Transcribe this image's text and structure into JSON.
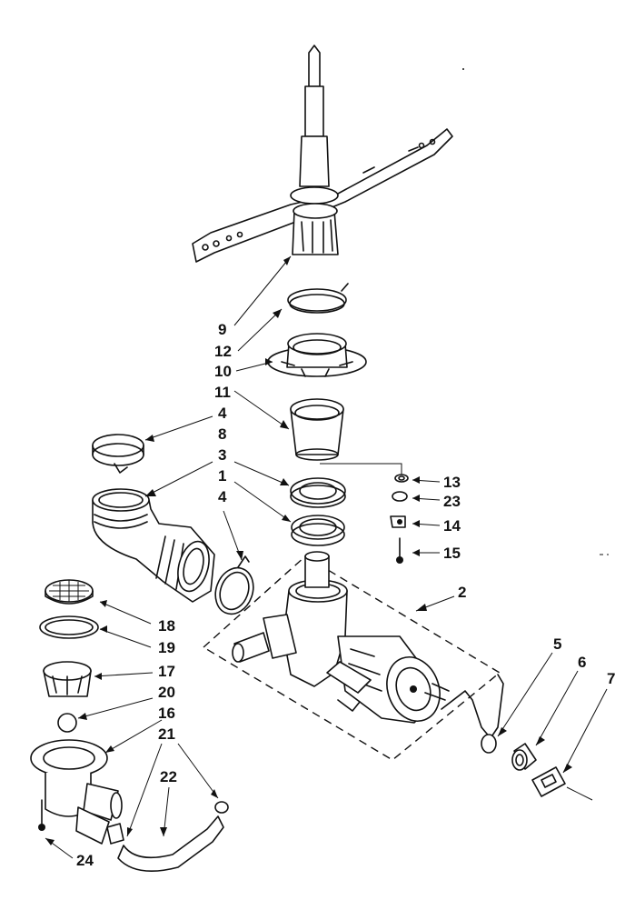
{
  "diagram": {
    "labels": [
      {
        "id": "9",
        "text": "9"
      },
      {
        "id": "12",
        "text": "12"
      },
      {
        "id": "10",
        "text": "10"
      },
      {
        "id": "11",
        "text": "11"
      },
      {
        "id": "4a",
        "text": "4"
      },
      {
        "id": "8",
        "text": "8"
      },
      {
        "id": "3",
        "text": "3"
      },
      {
        "id": "1",
        "text": "1"
      },
      {
        "id": "4b",
        "text": "4"
      },
      {
        "id": "13",
        "text": "13"
      },
      {
        "id": "23",
        "text": "23"
      },
      {
        "id": "14",
        "text": "14"
      },
      {
        "id": "15",
        "text": "15"
      },
      {
        "id": "2",
        "text": "2"
      },
      {
        "id": "5",
        "text": "5"
      },
      {
        "id": "6",
        "text": "6"
      },
      {
        "id": "7",
        "text": "7"
      },
      {
        "id": "18",
        "text": "18"
      },
      {
        "id": "19",
        "text": "19"
      },
      {
        "id": "17",
        "text": "17"
      },
      {
        "id": "20",
        "text": "20"
      },
      {
        "id": "16",
        "text": "16"
      },
      {
        "id": "21",
        "text": "21"
      },
      {
        "id": "22",
        "text": "22"
      },
      {
        "id": "24",
        "text": "24"
      }
    ]
  }
}
